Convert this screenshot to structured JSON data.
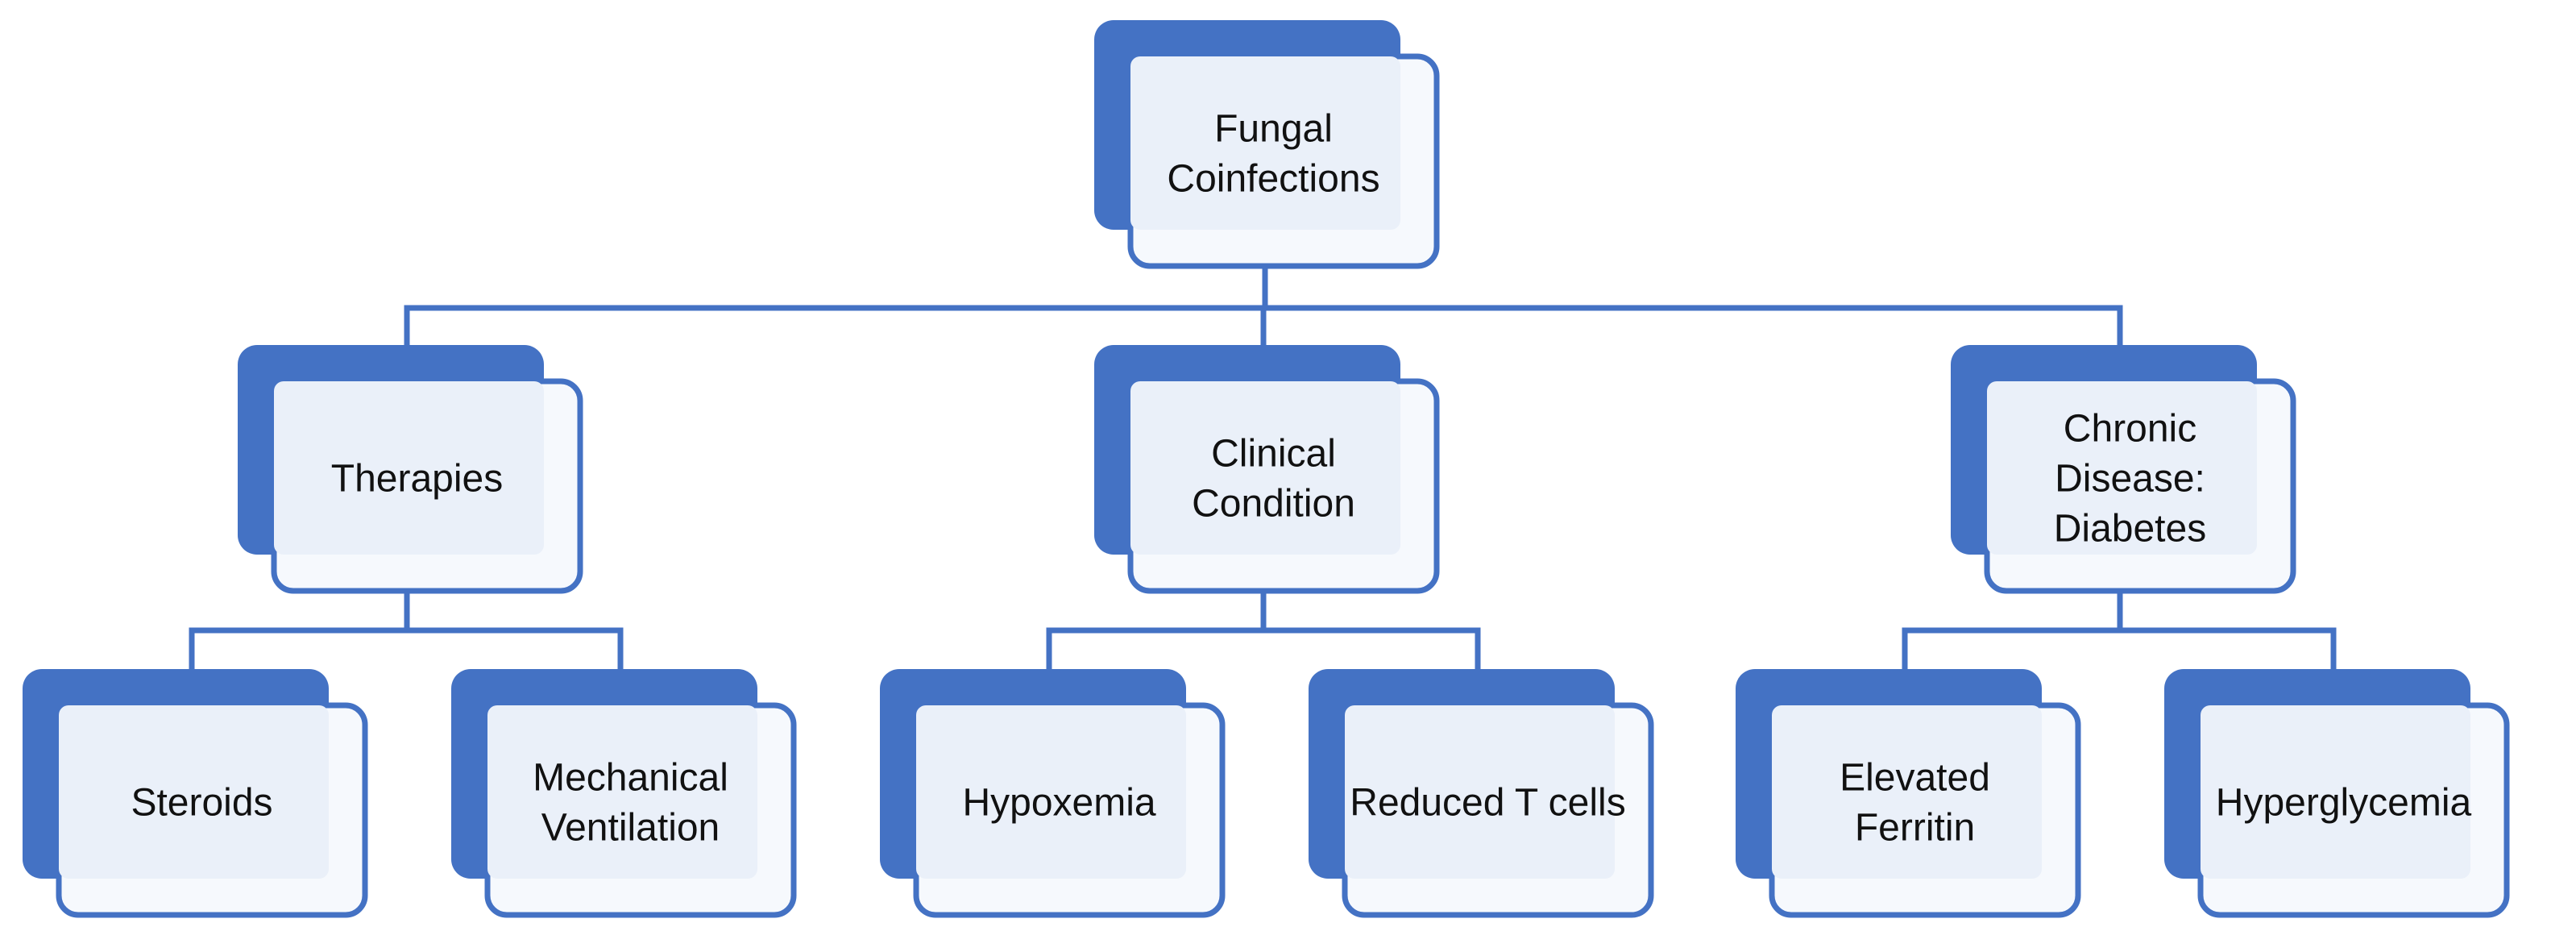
{
  "colors": {
    "accent": "#4472C4",
    "node_fill": "#EAF0F9",
    "card_back": "#F6F9FD",
    "background": "#FFFFFF",
    "text": "#111111"
  },
  "root": {
    "lines": [
      "Fungal",
      "Coinfections"
    ]
  },
  "categories": [
    {
      "lines": [
        "Therapies"
      ],
      "children": [
        {
          "lines": [
            "Steroids"
          ]
        },
        {
          "lines": [
            "Mechanical",
            "Ventilation"
          ]
        }
      ]
    },
    {
      "lines": [
        "Clinical",
        "Condition"
      ],
      "children": [
        {
          "lines": [
            "Hypoxemia"
          ]
        },
        {
          "lines": [
            "Reduced T cells"
          ]
        }
      ]
    },
    {
      "lines": [
        "Chronic",
        "Disease:",
        "Diabetes"
      ],
      "children": [
        {
          "lines": [
            "Elevated",
            "Ferritin"
          ]
        },
        {
          "lines": [
            "Hyperglycemia"
          ]
        }
      ]
    }
  ]
}
